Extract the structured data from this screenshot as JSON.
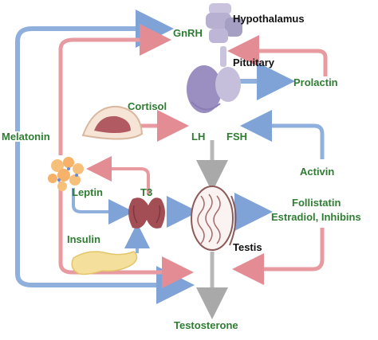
{
  "labels": {
    "hypothalamus": "Hypothalamus",
    "gnrh": "GnRH",
    "pituitary": "Pituitary",
    "prolactin": "Prolactin",
    "cortisol": "Cortisol",
    "melatonin": "Melatonin",
    "lh": "LH",
    "fsh": "FSH",
    "activin": "Activin",
    "leptin": "Leptin",
    "t3": "T3",
    "follistatin": "Follistatin",
    "estradiol_inhibins": "Estradiol, Inhibins",
    "insulin": "Insulin",
    "testis": "Testis",
    "testosterone": "Testosterone"
  },
  "colors": {
    "stimulatory_arrow": "#8fb0dc",
    "inhibitory_arrow": "#e79aa0",
    "neutral_arrow": "#b8b8b8",
    "label_green": "#2e7d32",
    "label_black": "#111111"
  },
  "icons": {
    "hypothalamus": "brain-hypothalamus-icon",
    "pituitary": "pituitary-gland-icon",
    "adrenal": "adrenal-gland-icon",
    "adipose": "fat-cells-icon",
    "thyroid": "thyroid-gland-icon",
    "pancreas": "pancreas-icon",
    "testis": "testis-icon"
  }
}
